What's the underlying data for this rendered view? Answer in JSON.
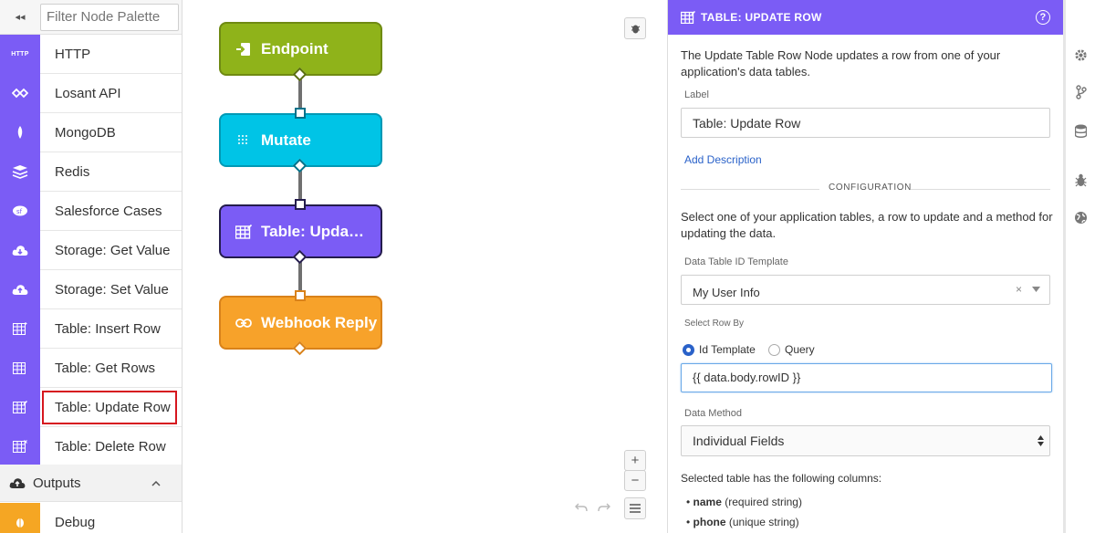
{
  "palette": {
    "collapse_glyph": "◂◂",
    "filter_placeholder": "Filter Node Palette",
    "items": [
      {
        "label": "HTTP",
        "icon": "http-icon"
      },
      {
        "label": "Losant API",
        "icon": "losant-api-icon"
      },
      {
        "label": "MongoDB",
        "icon": "mongodb-icon"
      },
      {
        "label": "Redis",
        "icon": "redis-icon"
      },
      {
        "label": "Salesforce Cases",
        "icon": "salesforce-icon"
      },
      {
        "label": "Storage: Get Value",
        "icon": "cloud-download-icon"
      },
      {
        "label": "Storage: Set Value",
        "icon": "cloud-upload-icon"
      },
      {
        "label": "Table: Insert Row",
        "icon": "table-insert-icon"
      },
      {
        "label": "Table: Get Rows",
        "icon": "table-get-icon"
      },
      {
        "label": "Table: Update Row",
        "icon": "table-update-icon",
        "selected": true
      },
      {
        "label": "Table: Delete Row",
        "icon": "table-delete-icon"
      }
    ],
    "outputs_label": "Outputs",
    "debug_label": "Debug",
    "http_icon_text": "HTTP"
  },
  "canvas": {
    "nodes": [
      {
        "label": "Endpoint",
        "icon": "endpoint-icon"
      },
      {
        "label": "Mutate",
        "icon": "mutate-icon"
      },
      {
        "label": "Table: Upda…",
        "icon": "table-icon"
      },
      {
        "label": "Webhook Reply",
        "icon": "link-icon"
      }
    ],
    "zoom_in": "+",
    "zoom_out": "−"
  },
  "panel": {
    "title": "Table: Update Row",
    "help": "?",
    "description": "The Update Table Row Node updates a row from one of your application's data tables.",
    "label_label": "Label",
    "label_value": "Table: Update Row",
    "add_description": "Add Description",
    "section_title": "CONFIGURATION",
    "config_text": "Select one of your application tables, a row to update and a method for updating the data.",
    "table_id_label": "Data Table ID Template",
    "table_id_value": "My User Info",
    "select_row_label": "Select Row By",
    "radio_id": "Id Template",
    "radio_query": "Query",
    "row_id_value": "{{ data.body.rowID }}",
    "data_method_label": "Data Method",
    "data_method_value": "Individual Fields",
    "columns_text": "Selected table has the following columns:",
    "columns": [
      {
        "name": "name",
        "desc": "(required string)"
      },
      {
        "name": "phone",
        "desc": "(unique string)"
      }
    ]
  },
  "colors": {
    "accent": "#7b5cf5",
    "endpoint": "#8fb31a",
    "mutate": "#00c4e6",
    "webhook": "#f7a22a",
    "selected_outline": "#d6161f"
  }
}
